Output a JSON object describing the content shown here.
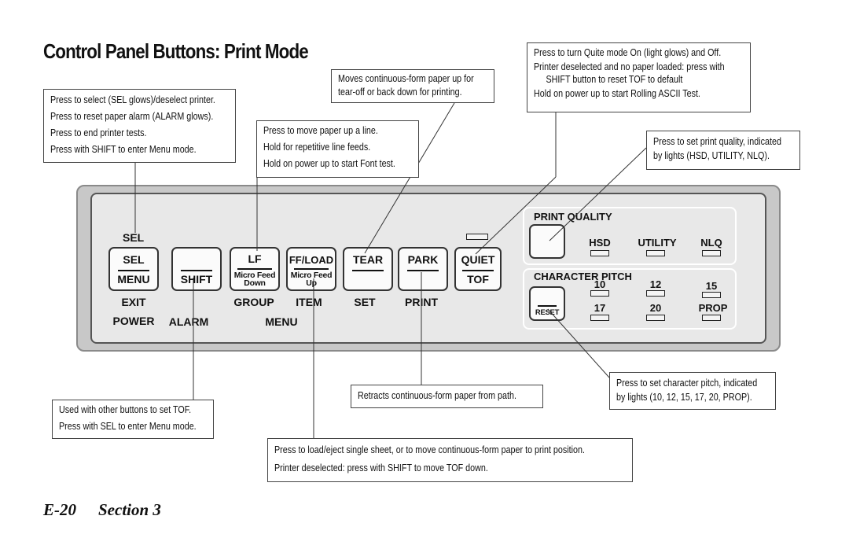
{
  "title": "Control Panel Buttons: Print Mode",
  "footer": {
    "page": "E-20",
    "section": "Section 3"
  },
  "callouts": {
    "sel": [
      "Press to select (SEL glows)/deselect printer.",
      "Press to reset paper alarm (ALARM glows).",
      "Press to end printer tests.",
      "Press with SHIFT to enter Menu mode."
    ],
    "lf": [
      "Press to move paper up a line.",
      "Hold for repetitive line feeds.",
      "Hold on power up to start Font test."
    ],
    "tear": [
      "Moves continuous-form paper up for",
      "tear-off or back down for printing."
    ],
    "quiet": [
      "Press to turn Quite mode On (light glows) and Off.",
      "Printer deselected and no paper loaded: press with",
      "SHIFT button to reset TOF to default",
      "Hold on power up to start Rolling ASCII Test."
    ],
    "print_quality": [
      "Press to set print quality, indicated",
      "by lights (HSD, UTILITY, NLQ)."
    ],
    "shift": [
      "Used with other buttons to set TOF.",
      "Press with SEL to enter Menu mode."
    ],
    "park": [
      "Retracts continuous-form paper from path."
    ],
    "ffload": [
      "Press to load/eject single sheet, or to move continuous-form paper to print position.",
      "Printer deselected: press with SHIFT to move TOF down."
    ],
    "pitch": [
      "Press to set character pitch, indicated",
      "by lights (10, 12, 15, 17, 20, PROP)."
    ]
  },
  "panel": {
    "sel_indicator": "SEL",
    "buttons": {
      "sel": {
        "top": "SEL",
        "bottom": "MENU"
      },
      "shift": {
        "label": "SHIFT"
      },
      "lf": {
        "top": "LF",
        "sub1": "Micro Feed",
        "sub2": "Down"
      },
      "ffload": {
        "top": "FF/LOAD",
        "sub1": "Micro Feed",
        "sub2": "Up"
      },
      "tear": {
        "top": "TEAR"
      },
      "park": {
        "top": "PARK"
      },
      "quiet": {
        "top": "QUIET",
        "bottom": "TOF"
      },
      "reset": {
        "label": "RESET"
      }
    },
    "below": {
      "exit": "EXIT",
      "power": "POWER",
      "alarm": "ALARM",
      "group": "GROUP",
      "item": "ITEM",
      "menu": "MENU",
      "set": "SET",
      "print": "PRINT"
    },
    "print_quality": {
      "heading": "PRINT QUALITY",
      "lights": [
        "HSD",
        "UTILITY",
        "NLQ"
      ]
    },
    "character_pitch": {
      "heading": "CHARACTER PITCH",
      "lights": [
        "10",
        "12",
        "15",
        "17",
        "20",
        "PROP"
      ]
    }
  }
}
